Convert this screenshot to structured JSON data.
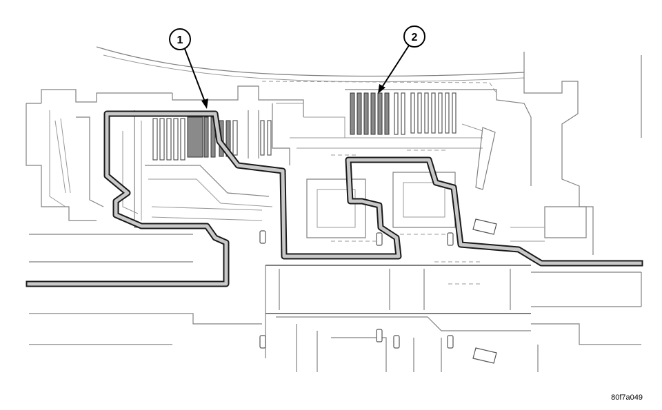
{
  "diagram": {
    "callouts": [
      {
        "label": "1"
      },
      {
        "label": "2"
      }
    ],
    "figure_code": "80f7a049",
    "colors": {
      "line": "#808080",
      "flow_path_outline": "#1a1a1a",
      "flow_path_fill": "#c9c9c9",
      "clutch_disc": "#8a8a8a"
    }
  }
}
